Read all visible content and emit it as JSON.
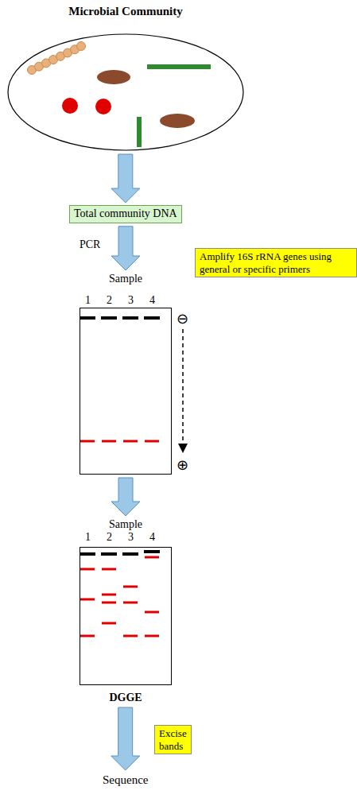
{
  "diagram": {
    "nodes": [
      {
        "text": [
          "Microbial Community"
        ]
      },
      {
        "text": [
          "Total community DNA"
        ]
      },
      {
        "text": [
          "Amplify 16S rRNA genes using general or specific primers"
        ]
      },
      {
        "text": [
          "Sample"
        ]
      },
      {
        "text": [
          "Sample",
          "DGGE"
        ]
      },
      {
        "text": [
          "Excise bands"
        ]
      },
      {
        "text": [
          "Sequence"
        ]
      }
    ],
    "edges": [
      {
        "from": 0,
        "to": 1,
        "arrow": "to"
      },
      {
        "from": 1,
        "to": 3,
        "label": "PCR",
        "arrow": "to"
      },
      {
        "from": 3,
        "to": 4,
        "arrow": "to"
      },
      {
        "from": 4,
        "to": 6,
        "arrow": "to"
      }
    ],
    "labels": [
      "1",
      "2",
      "3",
      "4",
      "⊖",
      "⊕",
      "1",
      "2",
      "3",
      "4"
    ]
  }
}
